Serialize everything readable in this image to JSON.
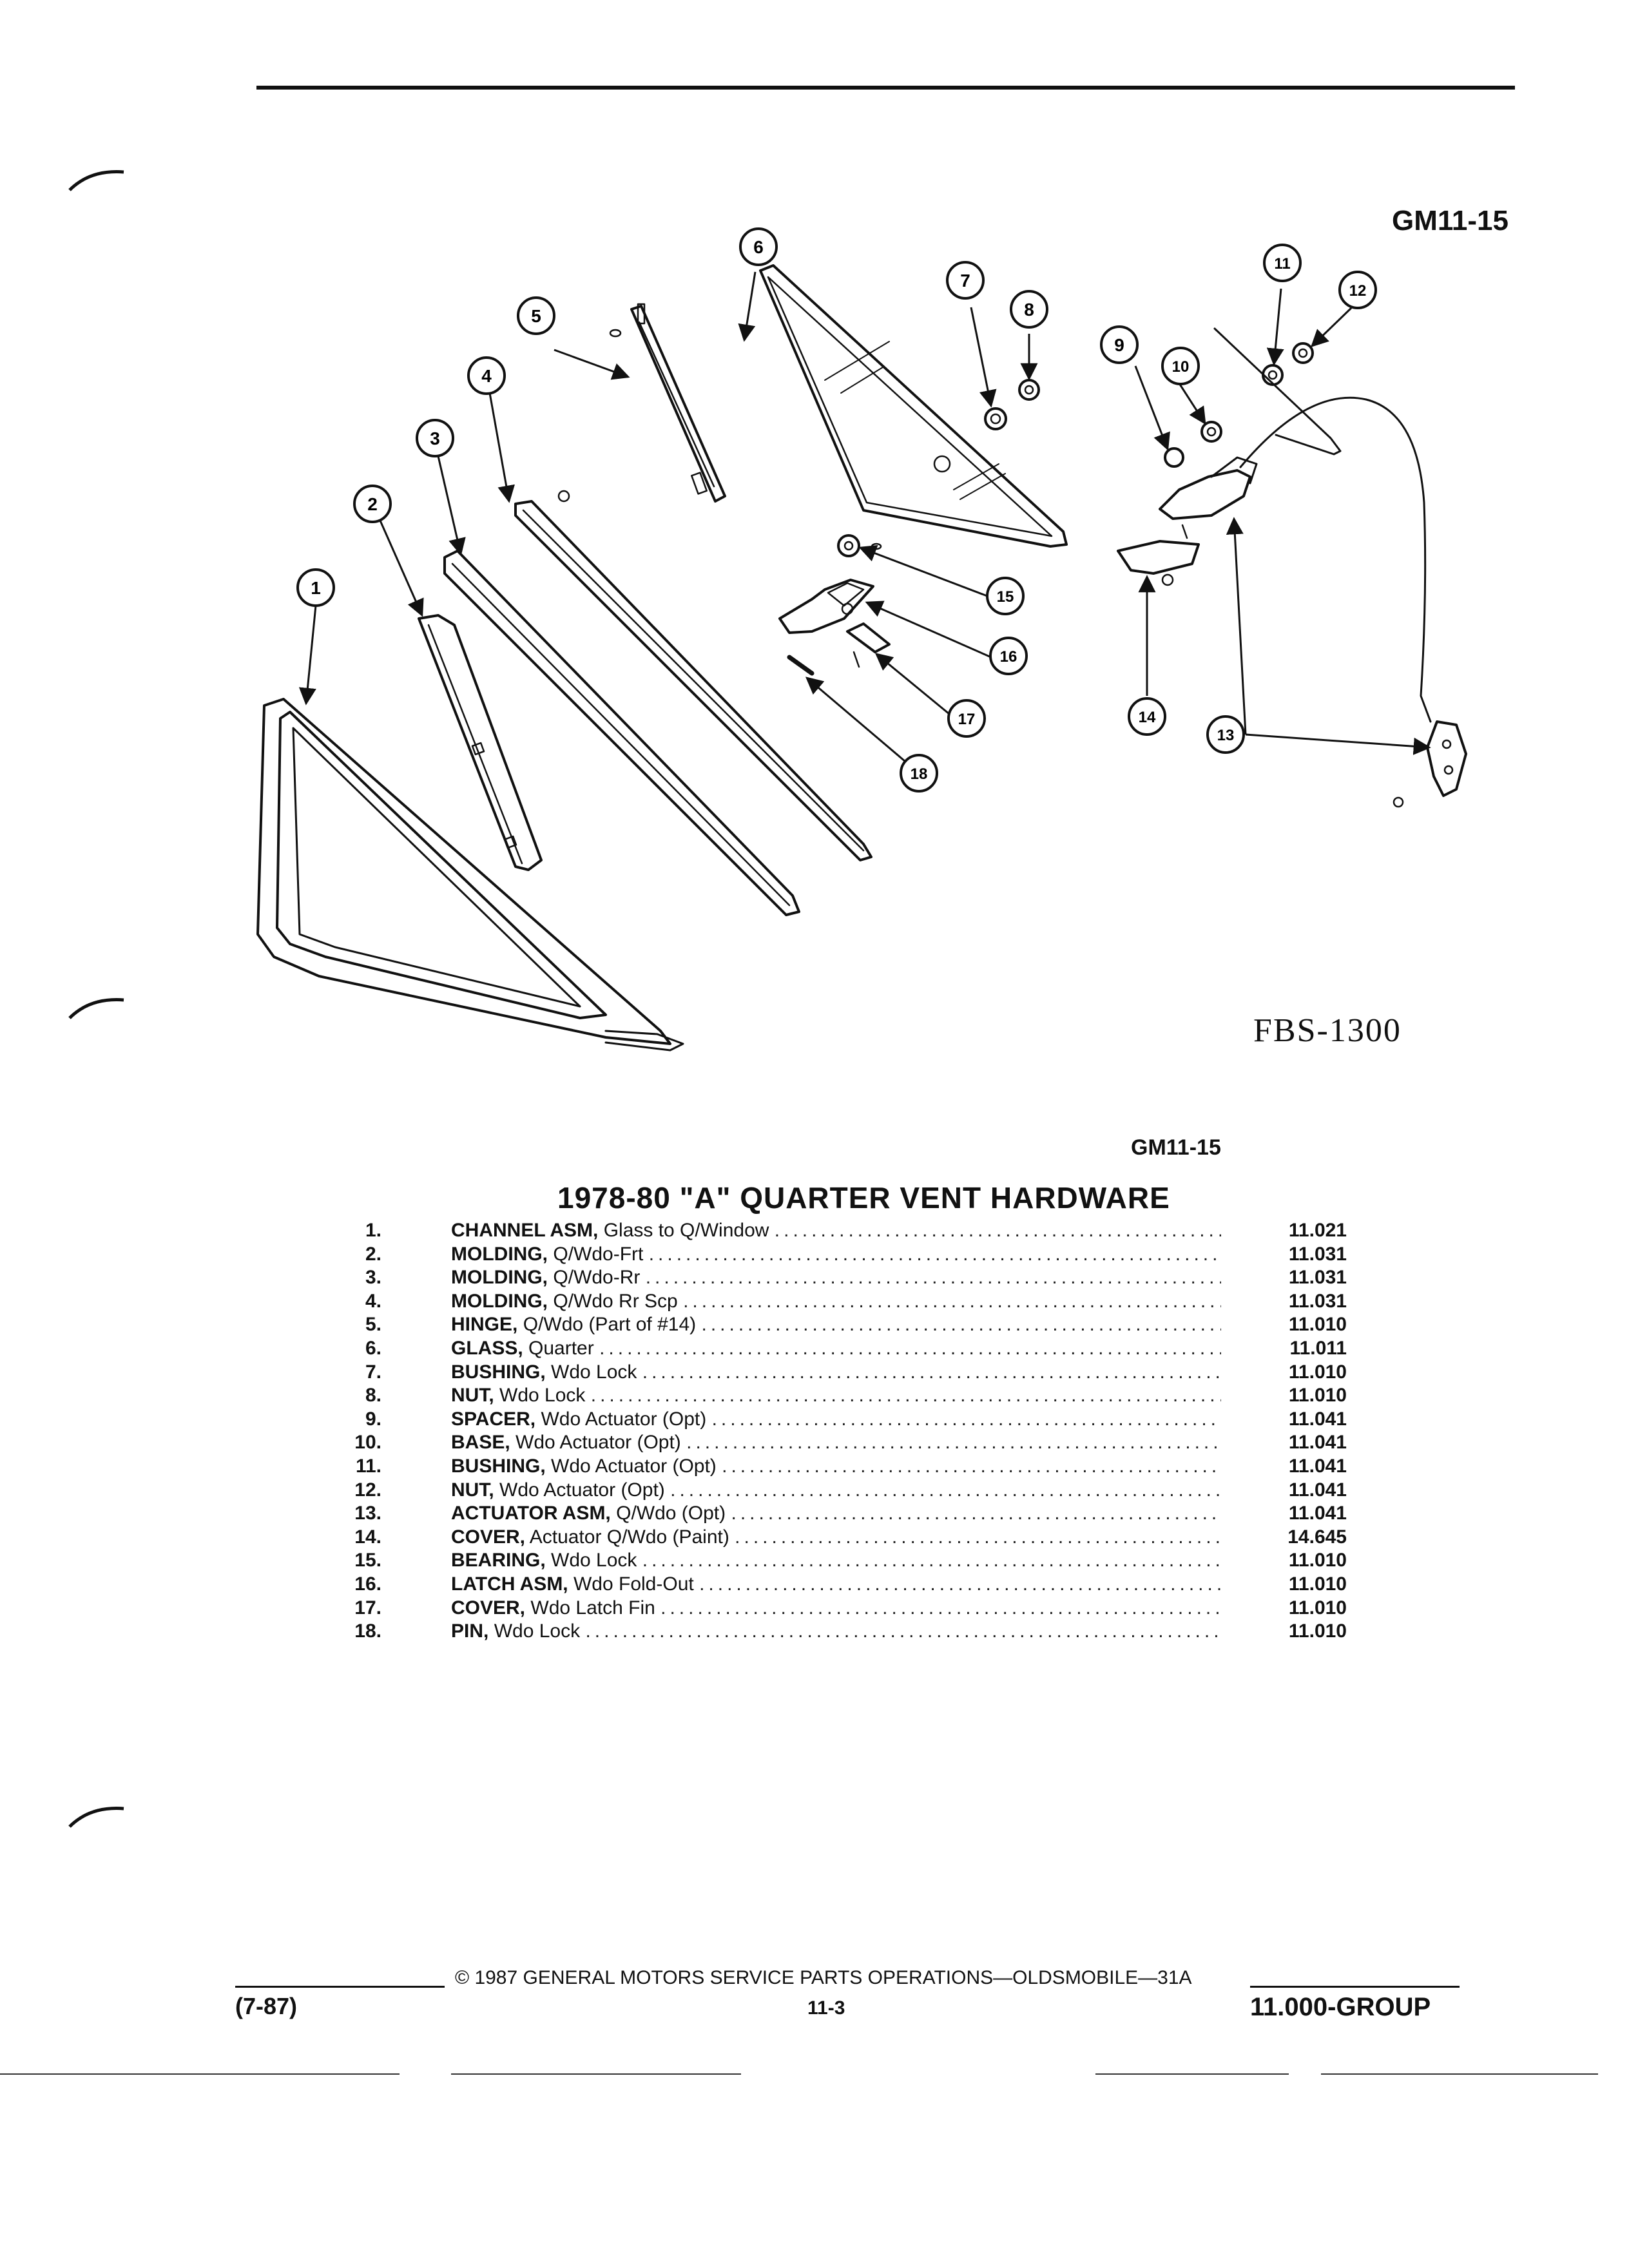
{
  "figure": {
    "code": "GM11-15",
    "number": "FBS-1300"
  },
  "callouts": [
    "1",
    "2",
    "3",
    "4",
    "5",
    "6",
    "7",
    "8",
    "9",
    "10",
    "11",
    "12",
    "13",
    "14",
    "15",
    "16",
    "17",
    "18"
  ],
  "parts_list": {
    "code": "GM11-15",
    "title": "1978-80 \"A\" QUARTER VENT HARDWARE",
    "items": [
      {
        "num": "1.",
        "name": "CHANNEL ASM,",
        "desc": "Glass to Q/Window",
        "group": "11.021"
      },
      {
        "num": "2.",
        "name": "MOLDING,",
        "desc": "Q/Wdo-Frt",
        "group": "11.031"
      },
      {
        "num": "3.",
        "name": "MOLDING,",
        "desc": "Q/Wdo-Rr",
        "group": "11.031"
      },
      {
        "num": "4.",
        "name": "MOLDING,",
        "desc": "Q/Wdo Rr Scp",
        "group": "11.031"
      },
      {
        "num": "5.",
        "name": "HINGE,",
        "desc": "Q/Wdo (Part of #14)",
        "group": "11.010"
      },
      {
        "num": "6.",
        "name": "GLASS,",
        "desc": "Quarter",
        "group": "11.011"
      },
      {
        "num": "7.",
        "name": "BUSHING,",
        "desc": "Wdo Lock",
        "group": "11.010"
      },
      {
        "num": "8.",
        "name": "NUT,",
        "desc": "Wdo Lock",
        "group": "11.010"
      },
      {
        "num": "9.",
        "name": "SPACER,",
        "desc": "Wdo Actuator (Opt)",
        "group": "11.041"
      },
      {
        "num": "10.",
        "name": "BASE,",
        "desc": "Wdo Actuator (Opt)",
        "group": "11.041"
      },
      {
        "num": "11.",
        "name": "BUSHING,",
        "desc": "Wdo Actuator (Opt)",
        "group": "11.041"
      },
      {
        "num": "12.",
        "name": "NUT,",
        "desc": "Wdo Actuator (Opt)",
        "group": "11.041"
      },
      {
        "num": "13.",
        "name": "ACTUATOR ASM,",
        "desc": "Q/Wdo (Opt)",
        "group": "11.041"
      },
      {
        "num": "14.",
        "name": "COVER,",
        "desc": "Actuator Q/Wdo (Paint)",
        "group": "14.645"
      },
      {
        "num": "15.",
        "name": "BEARING,",
        "desc": "Wdo Lock",
        "group": "11.010"
      },
      {
        "num": "16.",
        "name": "LATCH ASM,",
        "desc": "Wdo Fold-Out",
        "group": "11.010"
      },
      {
        "num": "17.",
        "name": "COVER,",
        "desc": "Wdo Latch Fin",
        "group": "11.010"
      },
      {
        "num": "18.",
        "name": "PIN,",
        "desc": "Wdo Lock",
        "group": "11.010"
      }
    ]
  },
  "footer": {
    "copyright": "© 1987 GENERAL MOTORS SERVICE PARTS OPERATIONS—OLDSMOBILE—31A",
    "date": "(7-87)",
    "page": "11-3",
    "group": "11.000-GROUP"
  }
}
